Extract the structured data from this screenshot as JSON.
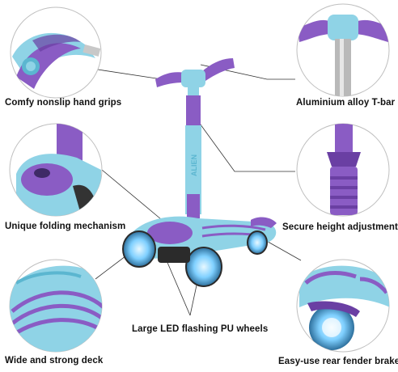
{
  "features": {
    "hand_grips": "Comfy nonslip hand grips",
    "t_bar": "Aluminium alloy T-bar",
    "folding": "Unique folding mechanism",
    "height": "Secure height adjustment",
    "wheels": "Large LED flashing PU wheels",
    "deck": "Wide and strong deck",
    "brake": "Easy-use rear fender brake"
  },
  "brand_text": "ALIEN",
  "colors": {
    "blue": "#8fd3e6",
    "blue_dark": "#5bb6d0",
    "purple": "#8a5cc4",
    "purple_dark": "#6a3fa3",
    "leader_line": "#333333",
    "circle_outline": "#bfbfbf",
    "wheel_glow": "#7fd0ff"
  },
  "icons": [
    "scooter-main-image",
    "hand-grip-detail",
    "t-bar-detail",
    "folding-mechanism-detail",
    "height-adjust-detail",
    "deck-detail",
    "rear-brake-detail"
  ]
}
